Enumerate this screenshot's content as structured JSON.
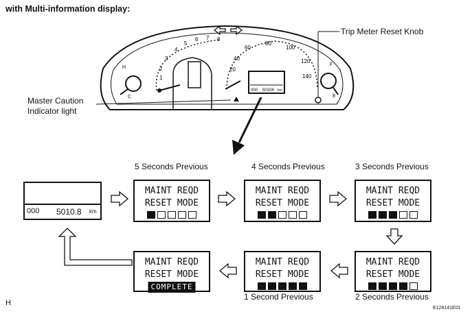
{
  "heading": "with Multi-information display:",
  "labels": {
    "trip_knob": "Trip Meter Reset Knob",
    "master_caution_1": "Master Caution",
    "master_caution_2": "Indicator light"
  },
  "gauges": {
    "tach_numbers": [
      "1",
      "2",
      "3",
      "4",
      "5",
      "6",
      "7",
      "8"
    ],
    "speed_numbers": [
      "20",
      "40",
      "60",
      "80",
      "100",
      "120",
      "140"
    ],
    "temp_hi": "H",
    "temp_lo": "C",
    "fuel_full": "F",
    "fuel_empty": "E",
    "mini_display_left": "000",
    "mini_display_odo": "50108",
    "mini_display_unit": "km"
  },
  "display": {
    "line1": "MAINT REQD",
    "line2": "RESET MODE",
    "complete": "COMPLETE",
    "odo_trip": "000",
    "odo_value": "5010.8",
    "odo_unit": "km"
  },
  "captions": {
    "s5": "5 Seconds Previous",
    "s4": "4 Seconds Previous",
    "s3": "3 Seconds Previous",
    "s2": "2 Seconds Previous",
    "s1": "1 Second Previous"
  },
  "progress": {
    "s5": 1,
    "s4": 2,
    "s3": 3,
    "s2": 4,
    "s1": 5,
    "total_segments": 5
  },
  "footer": {
    "left": "H",
    "right": "E128141E01"
  }
}
